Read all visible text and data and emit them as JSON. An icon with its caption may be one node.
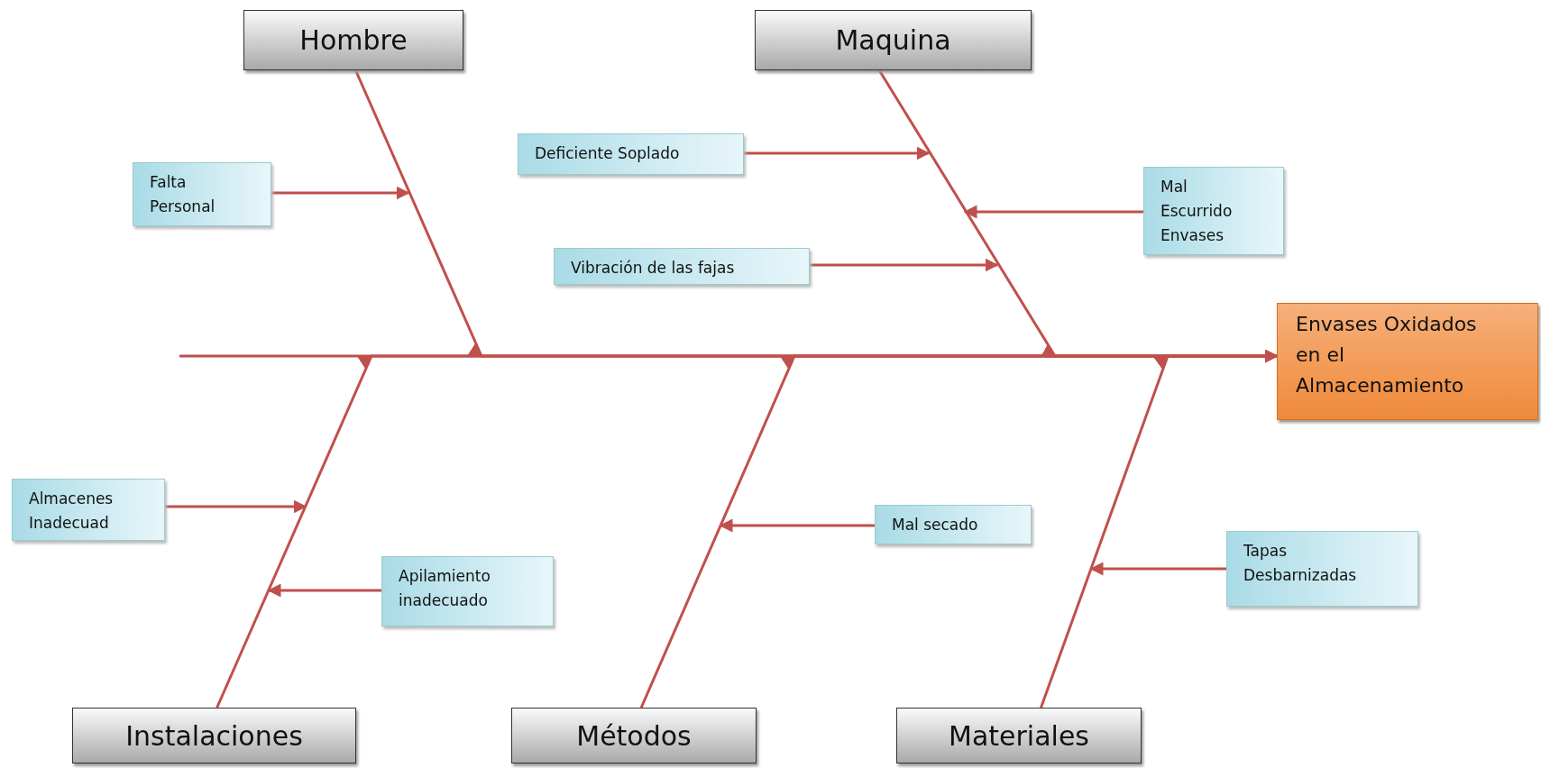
{
  "diagram": {
    "nodes": [
      {
        "text": [
          "Hombre"
        ]
      },
      {
        "text": [
          "Maquina"
        ]
      },
      {
        "text": [
          "Falta Personal"
        ]
      },
      {
        "text": [
          "Deficiente Soplado"
        ]
      },
      {
        "text": [
          "Mal Escurrido Envases"
        ]
      },
      {
        "text": [
          "Vibración de las fajas"
        ]
      },
      {
        "text": [
          "Envases Oxidados en el Almacenamiento"
        ]
      },
      {
        "text": [
          "Almacenes Inadecuad"
        ]
      },
      {
        "text": [
          "Apilamiento inadecuado"
        ]
      },
      {
        "text": [
          "Mal secado"
        ]
      },
      {
        "text": [
          "Tapas Desbarnizadas"
        ]
      },
      {
        "text": [
          "Instalaciones"
        ]
      },
      {
        "text": [
          "Métodos"
        ]
      },
      {
        "text": [
          "Materiales"
        ]
      }
    ],
    "edges": [
      {
        "from": null,
        "to": 6,
        "arrow": "to"
      },
      {
        "from": 0,
        "to": 6,
        "arrow": "to"
      },
      {
        "from": 1,
        "to": 6,
        "arrow": "to"
      },
      {
        "from": 11,
        "to": 6,
        "arrow": "to"
      },
      {
        "from": 12,
        "to": 6,
        "arrow": "to"
      },
      {
        "from": 13,
        "to": 6,
        "arrow": "to"
      },
      {
        "from": 2,
        "to": null,
        "arrow": "to"
      },
      {
        "from": 3,
        "to": null,
        "arrow": "to"
      },
      {
        "from": 4,
        "to": null,
        "arrow": "to"
      },
      {
        "from": 5,
        "to": null,
        "arrow": "to"
      },
      {
        "from": 7,
        "to": null,
        "arrow": "to"
      },
      {
        "from": 8,
        "to": null,
        "arrow": "to"
      },
      {
        "from": 9,
        "to": null,
        "arrow": "to"
      },
      {
        "from": 10,
        "to": null,
        "arrow": "to"
      }
    ]
  }
}
